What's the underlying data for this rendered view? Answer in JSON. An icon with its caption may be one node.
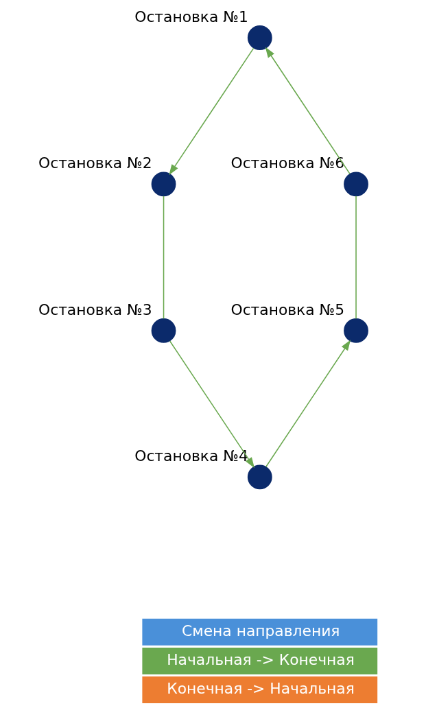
{
  "diagram": {
    "nodes": [
      {
        "text": [],
        "shape": "circle",
        "beside": [
          "Остановка №1"
        ]
      },
      {
        "text": [],
        "shape": "circle",
        "beside": [
          "Остановка №2"
        ]
      },
      {
        "text": [],
        "shape": "circle",
        "beside": [
          "Остановка №3"
        ]
      },
      {
        "text": [],
        "shape": "circle",
        "beside": [
          "Остановка №4"
        ]
      },
      {
        "text": [],
        "shape": "circle",
        "beside": [
          "Остановка №5"
        ]
      },
      {
        "text": [],
        "shape": "circle",
        "beside": [
          "Остановка №6"
        ]
      }
    ],
    "edges": [
      {
        "from": 0,
        "to": 1,
        "arrow": "to"
      },
      {
        "from": 1,
        "to": 2,
        "arrow": "none"
      },
      {
        "from": 2,
        "to": 3,
        "arrow": "to"
      },
      {
        "from": 3,
        "to": 4,
        "arrow": "to"
      },
      {
        "from": 4,
        "to": 5,
        "arrow": "none"
      },
      {
        "from": 5,
        "to": 0,
        "arrow": "to"
      }
    ],
    "legend": [
      {
        "text": "Смена направления",
        "color": "#4a90d9"
      },
      {
        "text": "Начальная -> Конечная",
        "color": "#6aa84f"
      },
      {
        "text": "Конечная -> Начальная",
        "color": "#ed7d31"
      }
    ]
  }
}
